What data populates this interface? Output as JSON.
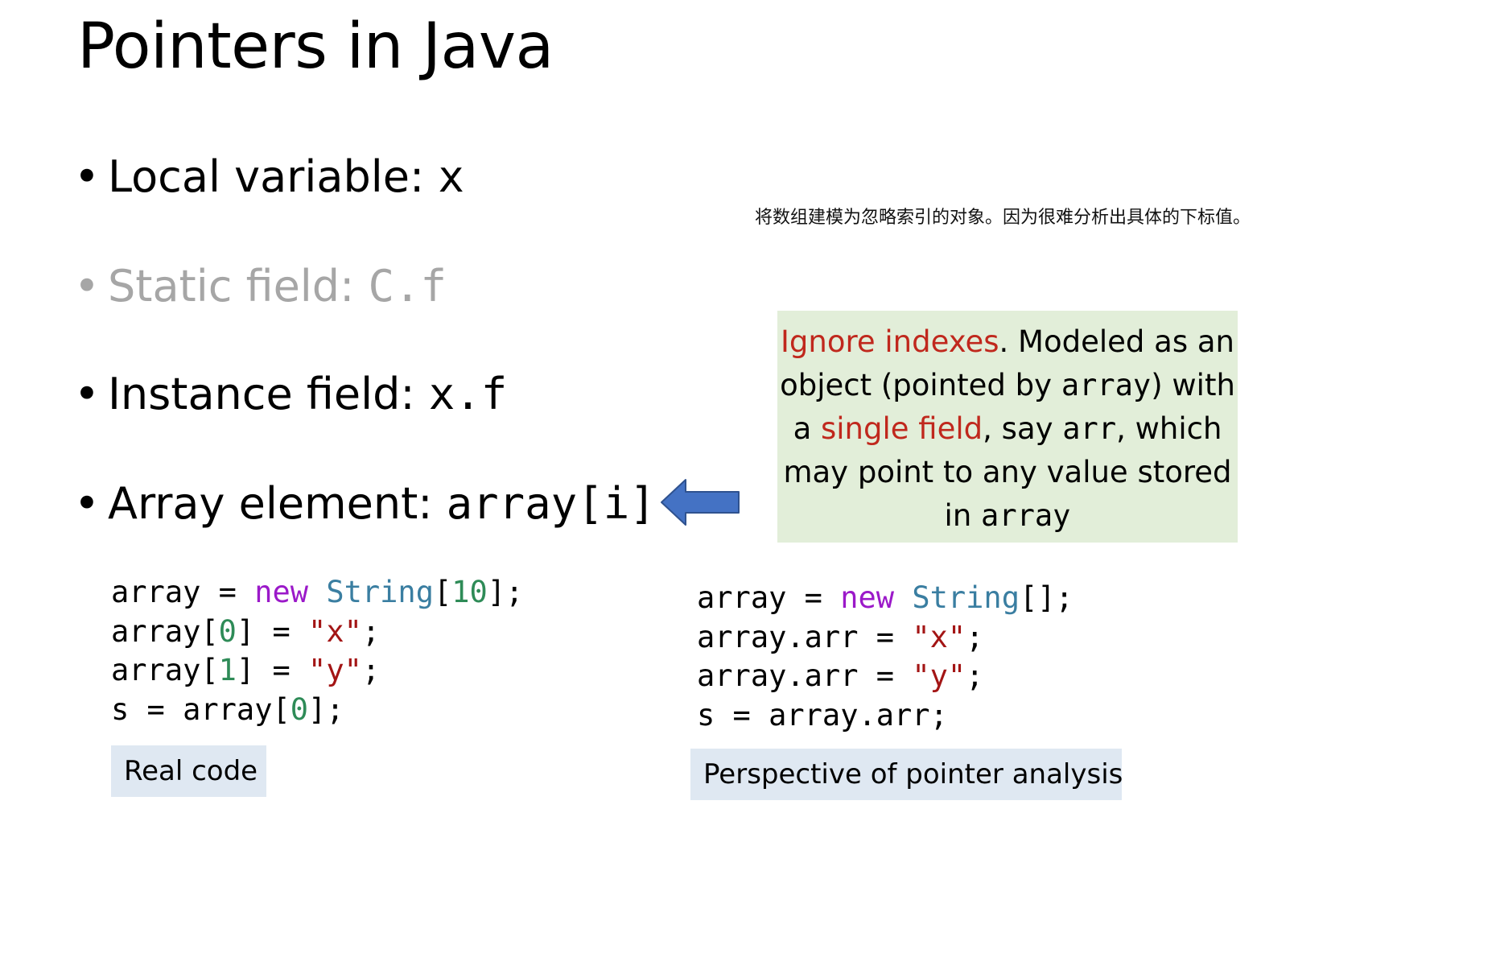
{
  "slide": {
    "title": "Pointers in Java"
  },
  "bullets": {
    "dot": "•",
    "local_label": "Local variable: ",
    "local_code": "x",
    "static_label": "Static field: ",
    "static_code": "C.f",
    "instance_label": "Instance field: ",
    "instance_code": "x.f",
    "array_label": "Array element: ",
    "array_code": "array[i]"
  },
  "note": {
    "text": "将数组建模为忽略索引的对象。因为很难分析出具体的下标值。"
  },
  "callout": {
    "part1_red": "Ignore indexes",
    "part2": ". Modeled as an object (pointed by ",
    "part3_code": "array",
    "part4": ") with a ",
    "part5_red": "single field",
    "part6": ", say ",
    "part7_code": "arr",
    "part8": ", which may point to any value stored in ",
    "part9_code": "array",
    "colors": {
      "background": "#e2eed9",
      "highlight": "#c0281d"
    }
  },
  "arrow": {
    "icon": "left-arrow-icon",
    "color": "#4472c4"
  },
  "code_left": {
    "l1_a": "array = ",
    "l1_kw": "new",
    "l1_sp": " ",
    "l1_ty": "String",
    "l1_b": "[",
    "l1_num": "10",
    "l1_c": "];",
    "l2_a": "array[",
    "l2_num": "0",
    "l2_b": "] = ",
    "l2_str": "\"x\"",
    "l2_c": ";",
    "l3_a": "array[",
    "l3_num": "1",
    "l3_b": "] = ",
    "l3_str": "\"y\"",
    "l3_c": ";",
    "l4_a": "s = array[",
    "l4_num": "0",
    "l4_b": "];"
  },
  "code_right": {
    "l1_a": "array = ",
    "l1_kw": "new",
    "l1_sp": " ",
    "l1_ty": "String",
    "l1_b": "[];",
    "l2_a": "array.arr = ",
    "l2_str": "\"x\"",
    "l2_c": ";",
    "l3_a": "array.arr = ",
    "l3_str": "\"y\"",
    "l3_c": ";",
    "l4_a": "s = array.arr;"
  },
  "labels": {
    "left": "Real code",
    "right": "Perspective of pointer analysis",
    "background": "#dfe8f2"
  },
  "syntax_colors": {
    "keyword": "#9b19c9",
    "type": "#3a7ea1",
    "number": "#2e8b57",
    "string": "#a31515",
    "muted_bullet": "#a6a6a6"
  }
}
